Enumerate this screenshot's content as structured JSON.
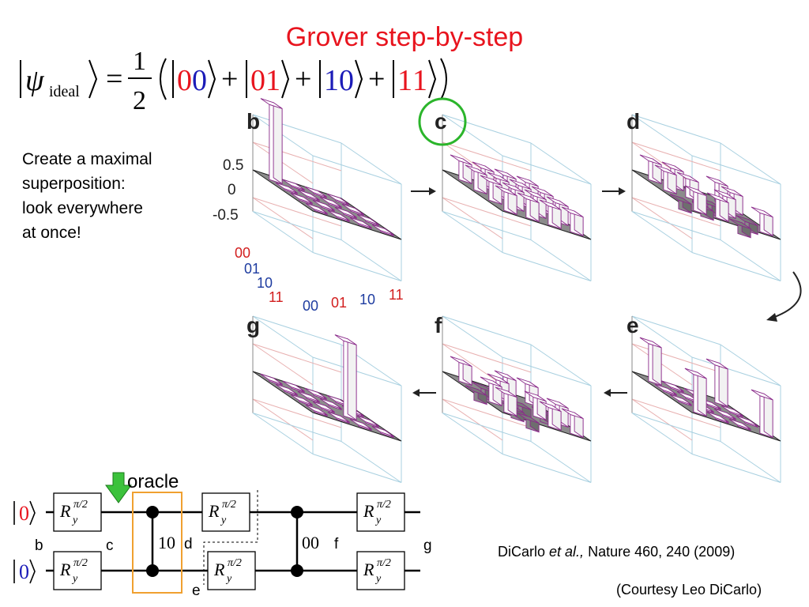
{
  "slide": {
    "title": "Grover step-by-step",
    "equation": {
      "lhs": "ψ",
      "lhs_subscript": "ideal",
      "equals": "=",
      "fraction_num": "1",
      "fraction_den": "2",
      "plus": "+",
      "kets": [
        {
          "q1": "0",
          "q2": "0"
        },
        {
          "q1": "0",
          "q2": "1"
        },
        {
          "q1": "1",
          "q2": "0"
        },
        {
          "q1": "1",
          "q2": "1"
        }
      ]
    },
    "description_lines": [
      "Create a maximal",
      "superposition:",
      "look everywhere",
      "at once!"
    ],
    "panel_labels": {
      "b": "b",
      "c": "c",
      "d": "d",
      "e": "e",
      "f": "f",
      "g": "g"
    },
    "z_ticks": [
      "0.5",
      "0",
      "-0.5"
    ],
    "row_ticks": [
      "00",
      "01",
      "10",
      "11"
    ],
    "col_ticks": [
      "00",
      "01",
      "10",
      "11"
    ],
    "circuit": {
      "oracle_label": "oracle",
      "input_state": "0",
      "gate_symbol": "R",
      "gate_subscript": "y",
      "gate_superscript": "π/2",
      "oracle_control_label": "10",
      "second_control_label": "00",
      "wire_labels": {
        "b": "b",
        "c": "c",
        "d": "d",
        "e": "e",
        "f": "f",
        "g": "g"
      }
    },
    "citation": {
      "authors": "DiCarlo",
      "etal": "et al.,",
      "journal": "Nature 460, 240 (2009)"
    },
    "courtesy": "(Courtesy Leo DiCarlo)",
    "colors": {
      "title": "#e8141e",
      "qubit_a": "#e8141e",
      "qubit_b": "#1b1bb8",
      "bar_edge": "#8a2a8a",
      "floor": "#8c8c8c",
      "highlight_circle": "#2bb52b",
      "oracle_box": "#f0a030",
      "oracle_arrow": "#3cc23c"
    }
  },
  "chart_data": [
    {
      "type": "bar3d",
      "panel": "b",
      "description": "density matrix after step b (ground state)",
      "rows": [
        "00",
        "01",
        "10",
        "11"
      ],
      "cols": [
        "00",
        "01",
        "10",
        "11"
      ],
      "values": [
        [
          1.0,
          0,
          0,
          0
        ],
        [
          0,
          0,
          0,
          0
        ],
        [
          0,
          0,
          0,
          0
        ],
        [
          0,
          0,
          0,
          0
        ]
      ],
      "zlim": [
        -0.75,
        1.0
      ]
    },
    {
      "type": "bar3d",
      "panel": "c",
      "rows": [
        "00",
        "01",
        "10",
        "11"
      ],
      "cols": [
        "00",
        "01",
        "10",
        "11"
      ],
      "values": [
        [
          0.25,
          0.25,
          0.25,
          0.25
        ],
        [
          0.25,
          0.25,
          0.25,
          0.25
        ],
        [
          0.25,
          0.25,
          0.25,
          0.25
        ],
        [
          0.25,
          0.25,
          0.25,
          0.25
        ]
      ],
      "zlim": [
        -0.75,
        1.0
      ]
    },
    {
      "type": "bar3d",
      "panel": "d",
      "rows": [
        "00",
        "01",
        "10",
        "11"
      ],
      "cols": [
        "00",
        "01",
        "10",
        "11"
      ],
      "values": [
        [
          0.25,
          0.25,
          -0.25,
          0.25
        ],
        [
          0.25,
          0.25,
          -0.25,
          0.25
        ],
        [
          -0.25,
          -0.25,
          0.25,
          -0.25
        ],
        [
          0.25,
          0.25,
          -0.25,
          0.25
        ]
      ],
      "zlim": [
        -0.75,
        1.0
      ]
    },
    {
      "type": "bar3d",
      "panel": "e",
      "rows": [
        "00",
        "01",
        "10",
        "11"
      ],
      "cols": [
        "00",
        "01",
        "10",
        "11"
      ],
      "values": [
        [
          0.5,
          0,
          0,
          0.5
        ],
        [
          0,
          0,
          0,
          0
        ],
        [
          0,
          0,
          0,
          0
        ],
        [
          0.5,
          0,
          0,
          0.5
        ]
      ],
      "zlim": [
        -0.75,
        1.0
      ]
    },
    {
      "type": "bar3d",
      "panel": "f",
      "rows": [
        "00",
        "01",
        "10",
        "11"
      ],
      "cols": [
        "00",
        "01",
        "10",
        "11"
      ],
      "values": [
        [
          0.25,
          -0.25,
          0.25,
          0.25
        ],
        [
          -0.25,
          0.25,
          -0.25,
          -0.25
        ],
        [
          0.25,
          -0.25,
          0.25,
          0.25
        ],
        [
          0.25,
          -0.25,
          0.25,
          0.25
        ]
      ],
      "zlim": [
        -0.75,
        1.0
      ]
    },
    {
      "type": "bar3d",
      "panel": "g",
      "rows": [
        "00",
        "01",
        "10",
        "11"
      ],
      "cols": [
        "00",
        "01",
        "10",
        "11"
      ],
      "values": [
        [
          0,
          0,
          0,
          0
        ],
        [
          0,
          0,
          0,
          0
        ],
        [
          0,
          0,
          1.0,
          0
        ],
        [
          0,
          0,
          0,
          0
        ]
      ],
      "zlim": [
        -0.75,
        1.0
      ]
    }
  ]
}
